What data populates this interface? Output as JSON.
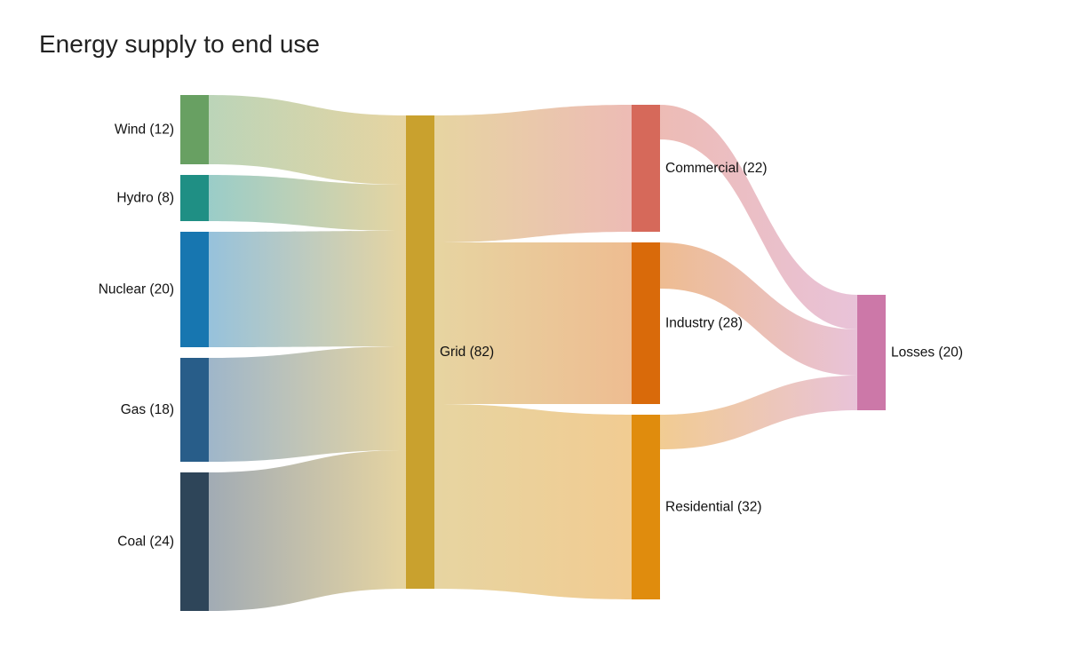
{
  "title": "Energy supply to end use",
  "chart_data": {
    "type": "sankey",
    "nodes": [
      {
        "id": "wind",
        "name": "Wind",
        "value": 12,
        "color": "#68a062",
        "label": "Wind (12)"
      },
      {
        "id": "hydro",
        "name": "Hydro",
        "value": 8,
        "color": "#1f8f84",
        "label": "Hydro (8)"
      },
      {
        "id": "nuclear",
        "name": "Nuclear",
        "value": 20,
        "color": "#1776b0",
        "label": "Nuclear (20)"
      },
      {
        "id": "gas",
        "name": "Gas",
        "value": 18,
        "color": "#285d89",
        "label": "Gas (18)"
      },
      {
        "id": "coal",
        "name": "Coal",
        "value": 24,
        "color": "#2e4559",
        "label": "Coal (24)"
      },
      {
        "id": "grid",
        "name": "Grid",
        "value": 82,
        "color": "#c9a12e",
        "label": "Grid (82)"
      },
      {
        "id": "commercial",
        "name": "Commercial",
        "value": 22,
        "color": "#d6695a",
        "label": "Commercial (22)"
      },
      {
        "id": "industry",
        "name": "Industry",
        "value": 28,
        "color": "#d96a0a",
        "label": "Industry (28)"
      },
      {
        "id": "residential",
        "name": "Residential",
        "value": 32,
        "color": "#e08c0d",
        "label": "Residential (32)"
      },
      {
        "id": "losses",
        "name": "Losses",
        "value": 20,
        "color": "#cc78a8",
        "label": "Losses (20)"
      }
    ],
    "links": [
      {
        "source": "wind",
        "target": "grid",
        "value": 12
      },
      {
        "source": "hydro",
        "target": "grid",
        "value": 8
      },
      {
        "source": "nuclear",
        "target": "grid",
        "value": 20
      },
      {
        "source": "gas",
        "target": "grid",
        "value": 18
      },
      {
        "source": "coal",
        "target": "grid",
        "value": 24
      },
      {
        "source": "grid",
        "target": "commercial",
        "value": 22
      },
      {
        "source": "grid",
        "target": "industry",
        "value": 28
      },
      {
        "source": "grid",
        "target": "residential",
        "value": 32
      },
      {
        "source": "commercial",
        "target": "losses",
        "value": 6
      },
      {
        "source": "industry",
        "target": "losses",
        "value": 8
      },
      {
        "source": "residential",
        "target": "losses",
        "value": 6
      }
    ]
  }
}
